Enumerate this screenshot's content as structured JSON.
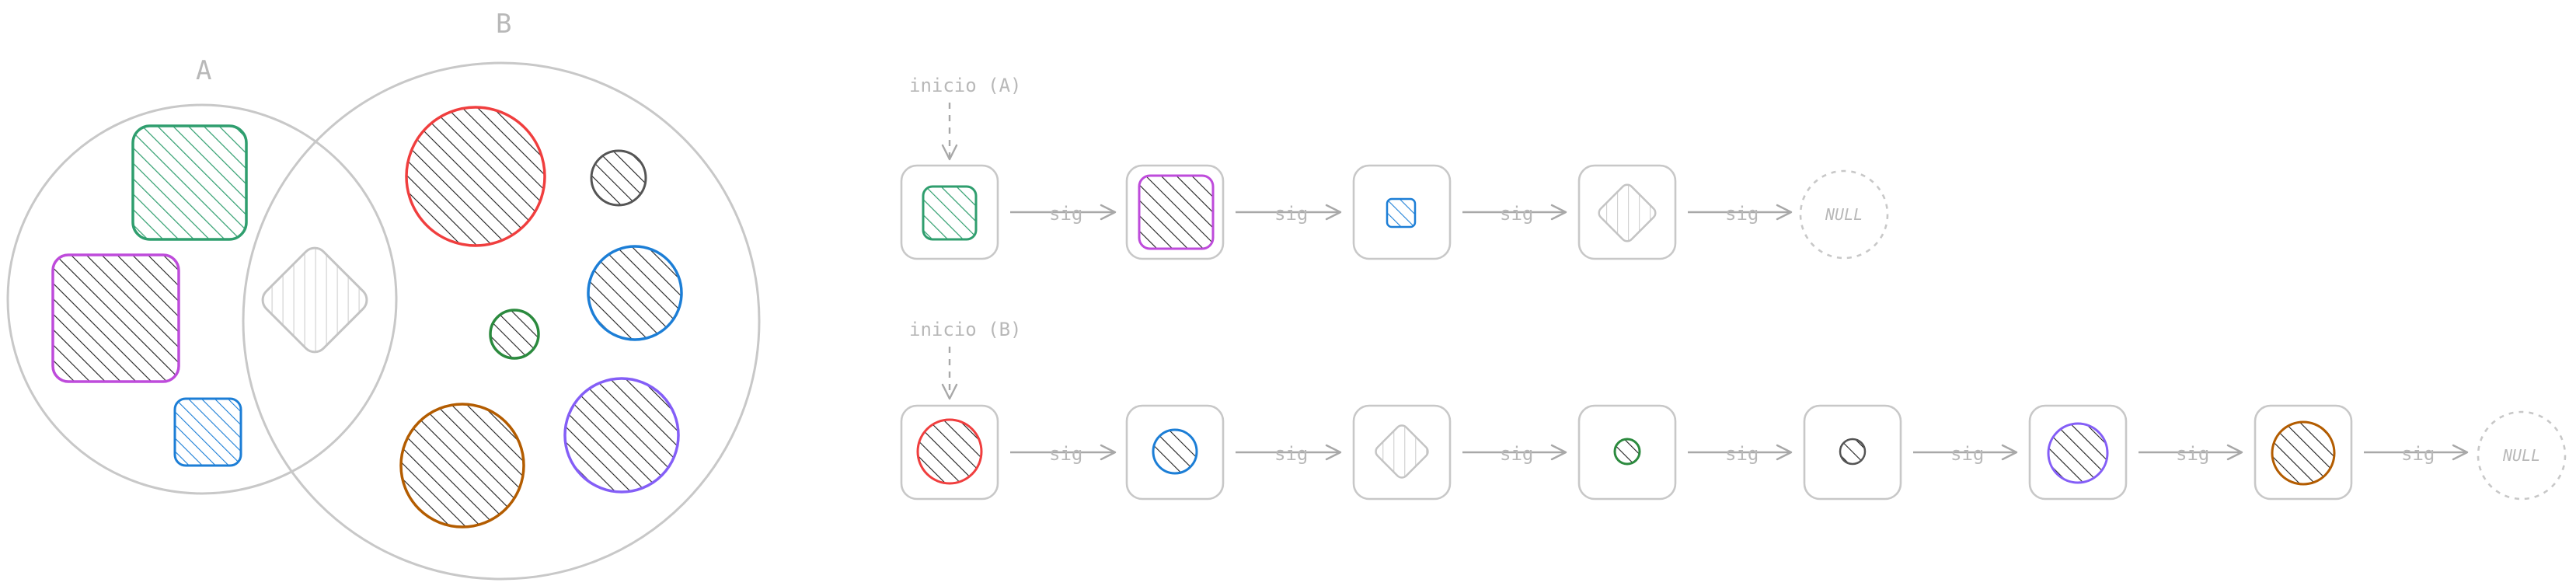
{
  "sets": {
    "a_label": "A",
    "b_label": "B"
  },
  "lists": [
    {
      "head_label": "inicio (A)",
      "nodes": [
        "green-square",
        "purple-square",
        "blue-square-small",
        "gray-diamond"
      ],
      "link_label": "sig",
      "null_label": "NULL"
    },
    {
      "head_label": "inicio (B)",
      "nodes": [
        "red-circle",
        "blue-circle",
        "gray-diamond",
        "green-circle-small",
        "gray-circle-small",
        "violet-circle",
        "orange-circle"
      ],
      "link_label": "sig",
      "null_label": "NULL"
    }
  ],
  "colors": {
    "green": "#2f9e6e",
    "purple": "#be4bdb",
    "blue": "#1c7ed6",
    "gray_diamond": "#c4c4c4",
    "red": "#f03e3e",
    "dark_green": "#2b8a3e",
    "dark_gray": "#555555",
    "violet": "#845ef7",
    "orange": "#b35c00",
    "sketch": "#c8c8c8"
  }
}
